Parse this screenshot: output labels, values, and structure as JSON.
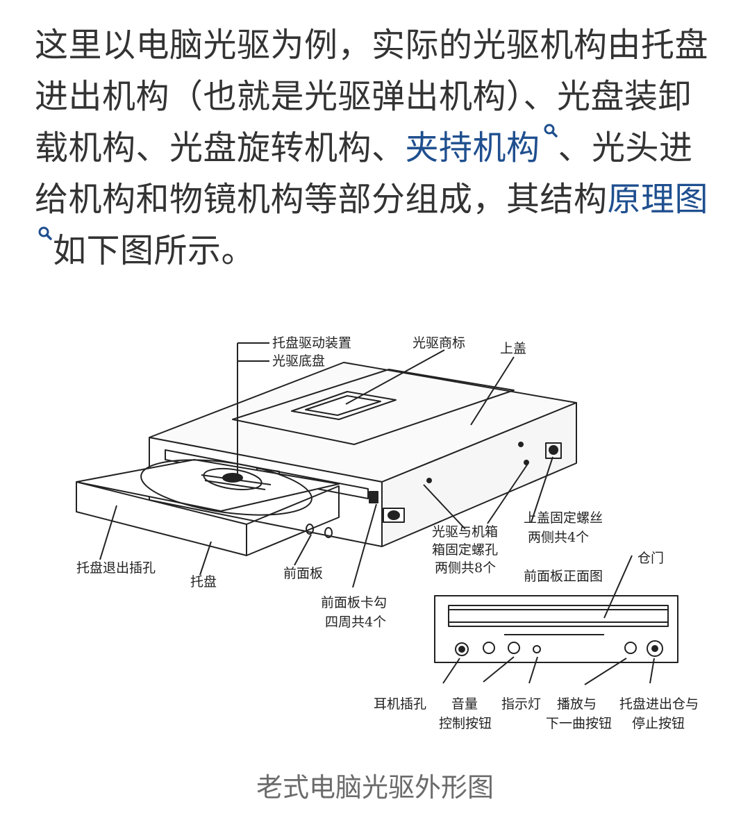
{
  "article": {
    "p1": "这里以电脑光驱为例，实际的光驱机构由托盘进出机构（也就是光驱弹出机构）、光盘装卸载机构、光盘旋转机构、",
    "link1": "夹持机构",
    "p2": "、光头进给机构和物镜机构等部分组成，其结构原理图",
    "link2": "原理图",
    "p2_start": "、光头进给机构和物镜机构等部分组成，其结构",
    "p3": "如下图所示。"
  },
  "figure": {
    "labels": {
      "tray_drive": "托盘驱动装置",
      "chassis": "光驱底盘",
      "logo": "光驱商标",
      "top_cover": "上盖",
      "cover_screw_1": "上盖固定螺丝",
      "cover_screw_2": "两侧共4个",
      "case_screw_1": "光驱与机箱",
      "case_screw_2": "箱固定螺孔",
      "case_screw_3": "两侧共8个",
      "door": "仓门",
      "front_view": "前面板正面图",
      "eject_hole": "托盘退出插孔",
      "tray": "托盘",
      "front_panel": "前面板",
      "clip_1": "前面板卡勾",
      "clip_2": "四周共4个",
      "headphone": "耳机插孔",
      "volume_1": "音量",
      "volume_2": "控制按钮",
      "indicator": "指示灯",
      "play_1": "播放与",
      "play_2": "下一曲按钮",
      "eject_btn_1": "托盘进出仓与",
      "eject_btn_2": "停止按钮"
    }
  },
  "caption": "老式电脑光驱外形图",
  "colors": {
    "text": "#333333",
    "link": "#1f4f8f",
    "caption": "#6b6b6b",
    "line": "#222222"
  }
}
